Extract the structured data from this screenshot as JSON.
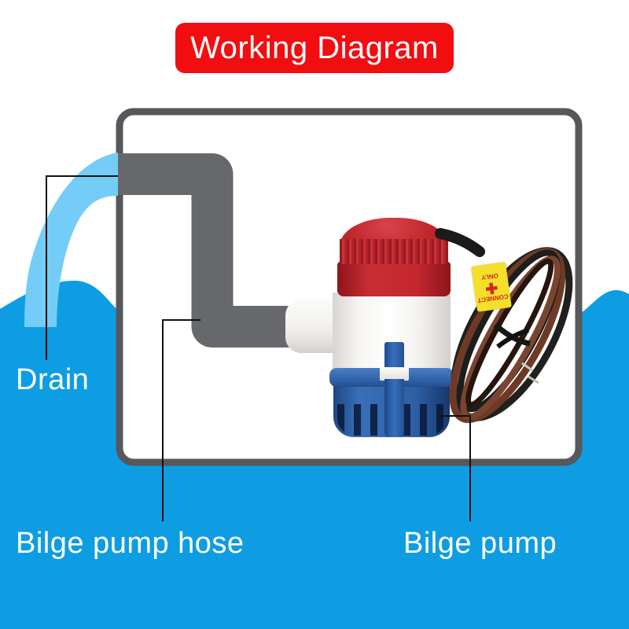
{
  "banner": {
    "label": "Working Diagram",
    "bg": "#F20D10",
    "text_color": "#FFFFFF"
  },
  "labels": {
    "drain": "Drain",
    "hose": "Bilge pump hose",
    "pump": "Bilge pump"
  },
  "tag": {
    "line_top": "CONNECT",
    "plus": "✚",
    "line_bottom": "ONLY",
    "bg": "#F4DF2A",
    "text_color": "#D3261C"
  },
  "colors": {
    "background": "#FFFFFF",
    "sea_blue": "#0E9DE2",
    "stream_blue": "#74CDF6",
    "hull_border_gray": "#57585B",
    "hose_gray": "#67686B",
    "leader_black": "#111111",
    "pump_cap_red": "#C1272D",
    "pump_body_white": "#F6F5F3",
    "pump_base_blue": "#2D5FA6",
    "wire_brown": "#6E3A26",
    "wire_black": "#202020",
    "label_text": "#FFFFFF"
  }
}
